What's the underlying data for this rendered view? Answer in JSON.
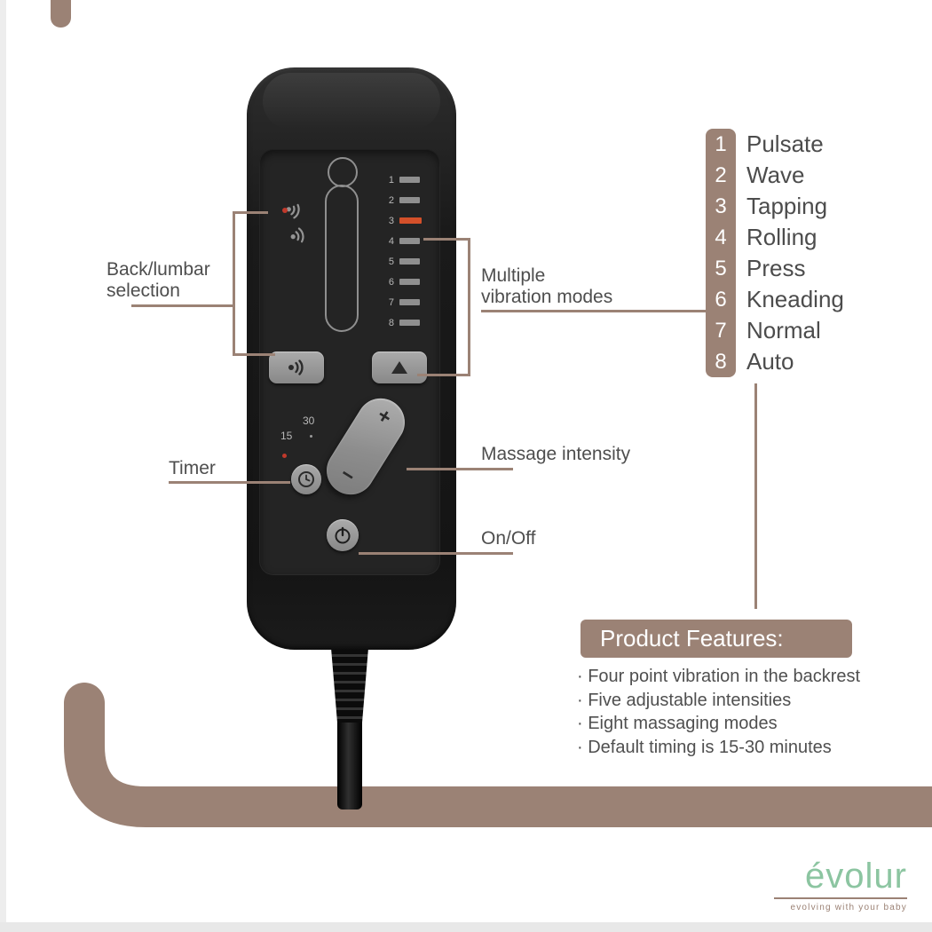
{
  "colors": {
    "accent_taupe": "#9b8275",
    "active_led_orange": "#d4502a",
    "alert_red": "#c0392b",
    "brand_green": "#8cc5a1",
    "text_dark": "#4e4e4e",
    "remote_body_black": "#1c1c1c"
  },
  "callouts": {
    "back_lumbar_line1": "Back/lumbar",
    "back_lumbar_line2": "selection",
    "vibration_line1": "Multiple",
    "vibration_line2": "vibration modes",
    "timer": "Timer",
    "intensity": "Massage intensity",
    "power": "On/Off"
  },
  "modes": [
    {
      "num": "1",
      "label": "Pulsate"
    },
    {
      "num": "2",
      "label": "Wave"
    },
    {
      "num": "3",
      "label": "Tapping"
    },
    {
      "num": "4",
      "label": "Rolling"
    },
    {
      "num": "5",
      "label": "Press"
    },
    {
      "num": "6",
      "label": "Kneading"
    },
    {
      "num": "7",
      "label": "Normal"
    },
    {
      "num": "8",
      "label": "Auto"
    }
  ],
  "features": {
    "title": "Product Features:",
    "items": [
      "· Four point vibration in the backrest",
      "· Five adjustable intensities",
      "· Eight massaging modes",
      "· Default timing is 15-30 minutes"
    ]
  },
  "remote": {
    "led_numbers": [
      "1",
      "2",
      "3",
      "4",
      "5",
      "6",
      "7",
      "8"
    ],
    "active_led": "3",
    "timer_30": "30",
    "timer_15": "15",
    "plus": "+",
    "minus": "−"
  },
  "brand": {
    "name": "évolur",
    "tagline": "evolving with your baby"
  }
}
